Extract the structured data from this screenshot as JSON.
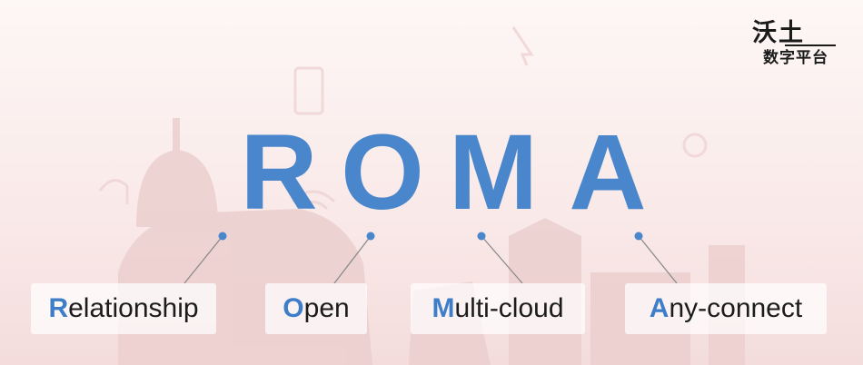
{
  "logo": {
    "top_text": "沃土",
    "bottom_text": "数字平台"
  },
  "title": {
    "letters": [
      "R",
      "O",
      "M",
      "A"
    ]
  },
  "terms": [
    {
      "initial": "R",
      "rest": "elationship"
    },
    {
      "initial": "O",
      "rest": "pen"
    },
    {
      "initial": "M",
      "rest": "ulti-cloud"
    },
    {
      "initial": "A",
      "rest": "ny-connect"
    }
  ],
  "colors": {
    "accent": "#4a86cc",
    "background": "#fbeeed",
    "silhouette": "#e9c9c9"
  }
}
